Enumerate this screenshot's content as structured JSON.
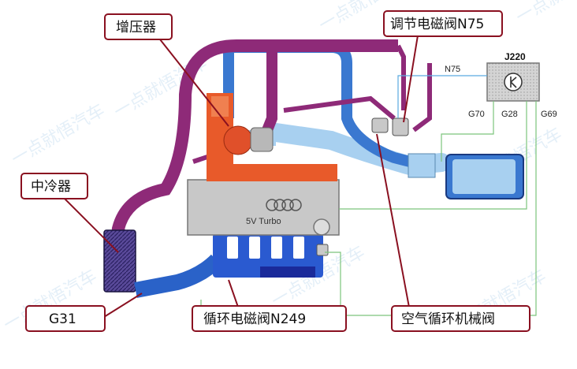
{
  "labels": {
    "turbocharger": "增压器",
    "n75_valve": "调节电磁阀N75",
    "intercooler": "中冷器",
    "g31": "G31",
    "n249_valve": "循环电磁阀N249",
    "recirc_valve": "空气循环机械阀",
    "engine_text": "5V  Turbo"
  },
  "ecu": {
    "name": "J220",
    "wires": [
      "N75",
      "G70",
      "G28",
      "G69"
    ]
  },
  "watermark": "一点就悟汽车",
  "colors": {
    "pressure_pipe": "#8e2a78",
    "intake_pipe": "#3a78d0",
    "light_intake": "#a8d0f0",
    "turbo": "#e85a2a",
    "engine": "#c8c8c8",
    "wire": "#7cc47c",
    "callout_border": "#8a1020"
  }
}
